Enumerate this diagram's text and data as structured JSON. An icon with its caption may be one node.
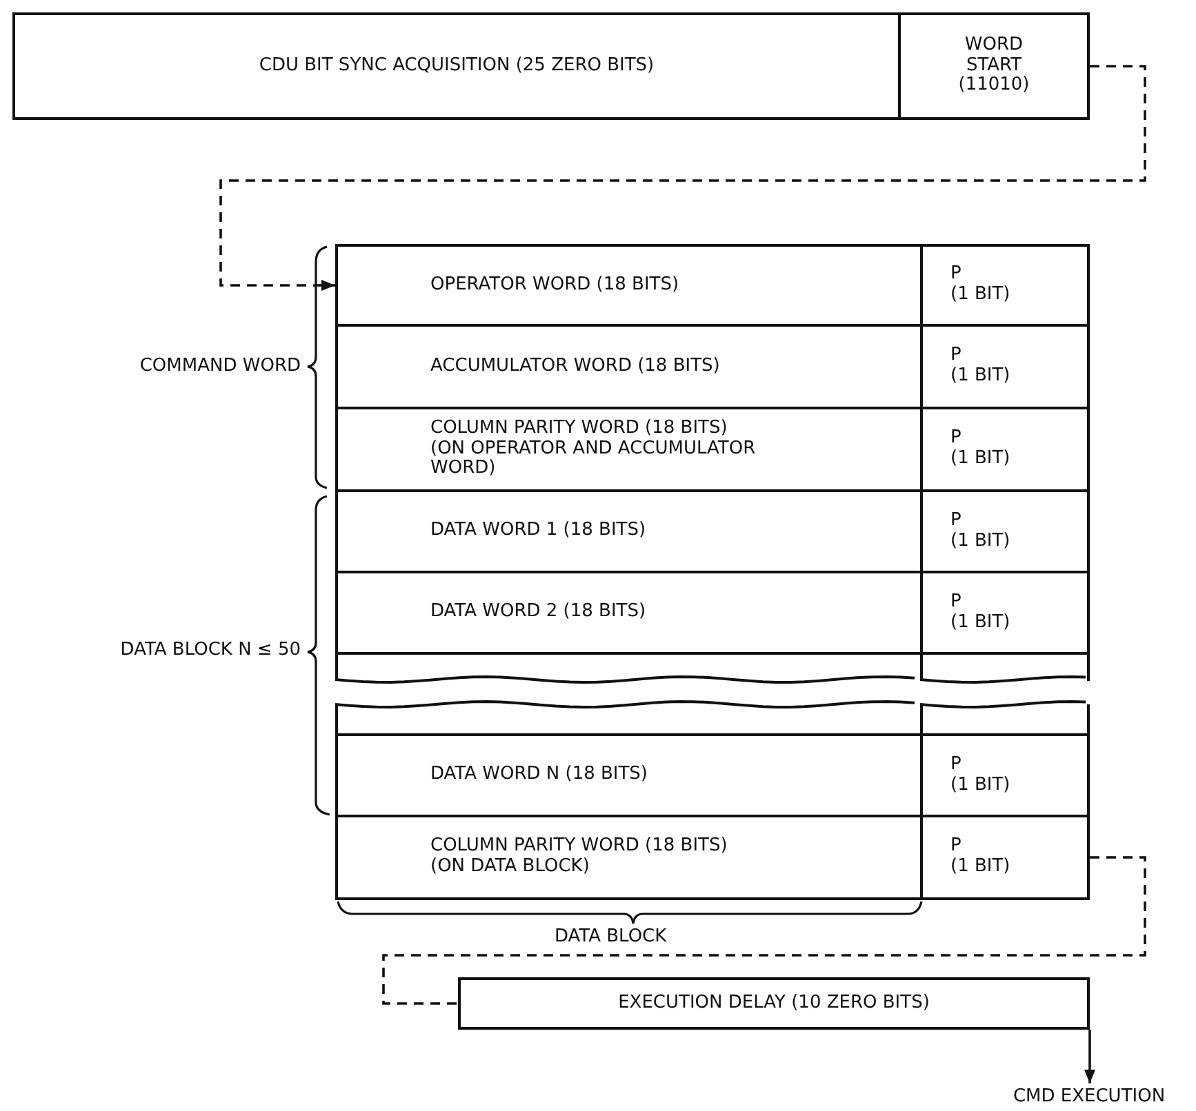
{
  "diagram": {
    "nodes": [
      {
        "text": [
          "CDU BIT SYNC ACQUISITION (25 ZERO BITS)"
        ]
      },
      {
        "text": [
          "WORD START (11010)"
        ]
      },
      {
        "text": [
          "OPERATOR WORD (18 BITS)"
        ]
      },
      {
        "text": [
          "P",
          "(1 BIT)"
        ]
      },
      {
        "text": [
          "ACCUMULATOR WORD (18 BITS)"
        ]
      },
      {
        "text": [
          "P",
          "(1 BIT)"
        ]
      },
      {
        "text": [
          "COLUMN PARITY WORD (18 BITS)",
          "(ON OPERATOR AND ACCUMULATOR WORD)"
        ]
      },
      {
        "text": [
          "P",
          "(1 BIT)"
        ]
      },
      {
        "text": [
          "DATA WORD 1 (18 BITS)"
        ]
      },
      {
        "text": [
          "P",
          "(1 BIT)"
        ]
      },
      {
        "text": [
          "DATA WORD 2 (18 BITS)"
        ]
      },
      {
        "text": [
          "P",
          "(1 BIT)"
        ]
      },
      {
        "text": [],
        "shape": "box"
      },
      {
        "text": [],
        "shape": "box"
      },
      {
        "text": [],
        "shape": "box"
      },
      {
        "text": [],
        "shape": "box"
      },
      {
        "text": [
          "DATA WORD N (18 BITS)"
        ]
      },
      {
        "text": [
          "P",
          "(1 BIT)"
        ]
      },
      {
        "text": [
          "COLUMN PARITY WORD (18 BITS)",
          "(ON DATA BLOCK)"
        ]
      },
      {
        "text": [
          "P",
          "(1 BIT)"
        ]
      },
      {
        "text": [
          "EXECUTION DELAY (10 ZERO BITS)"
        ]
      },
      {
        "text": [
          "CMD EXECUTION"
        ]
      }
    ],
    "edges": [
      {
        "from": 1,
        "to": 2,
        "arrow": "to",
        "style": "dashed"
      },
      {
        "from": 19,
        "to": 20,
        "arrow": "none",
        "style": "dashed"
      },
      {
        "from": 20,
        "to": 21,
        "arrow": "to"
      }
    ],
    "labels": [
      "COMMAND WORD",
      "DATA BLOCK N ≤ 50",
      "DATA BLOCK"
    ]
  }
}
